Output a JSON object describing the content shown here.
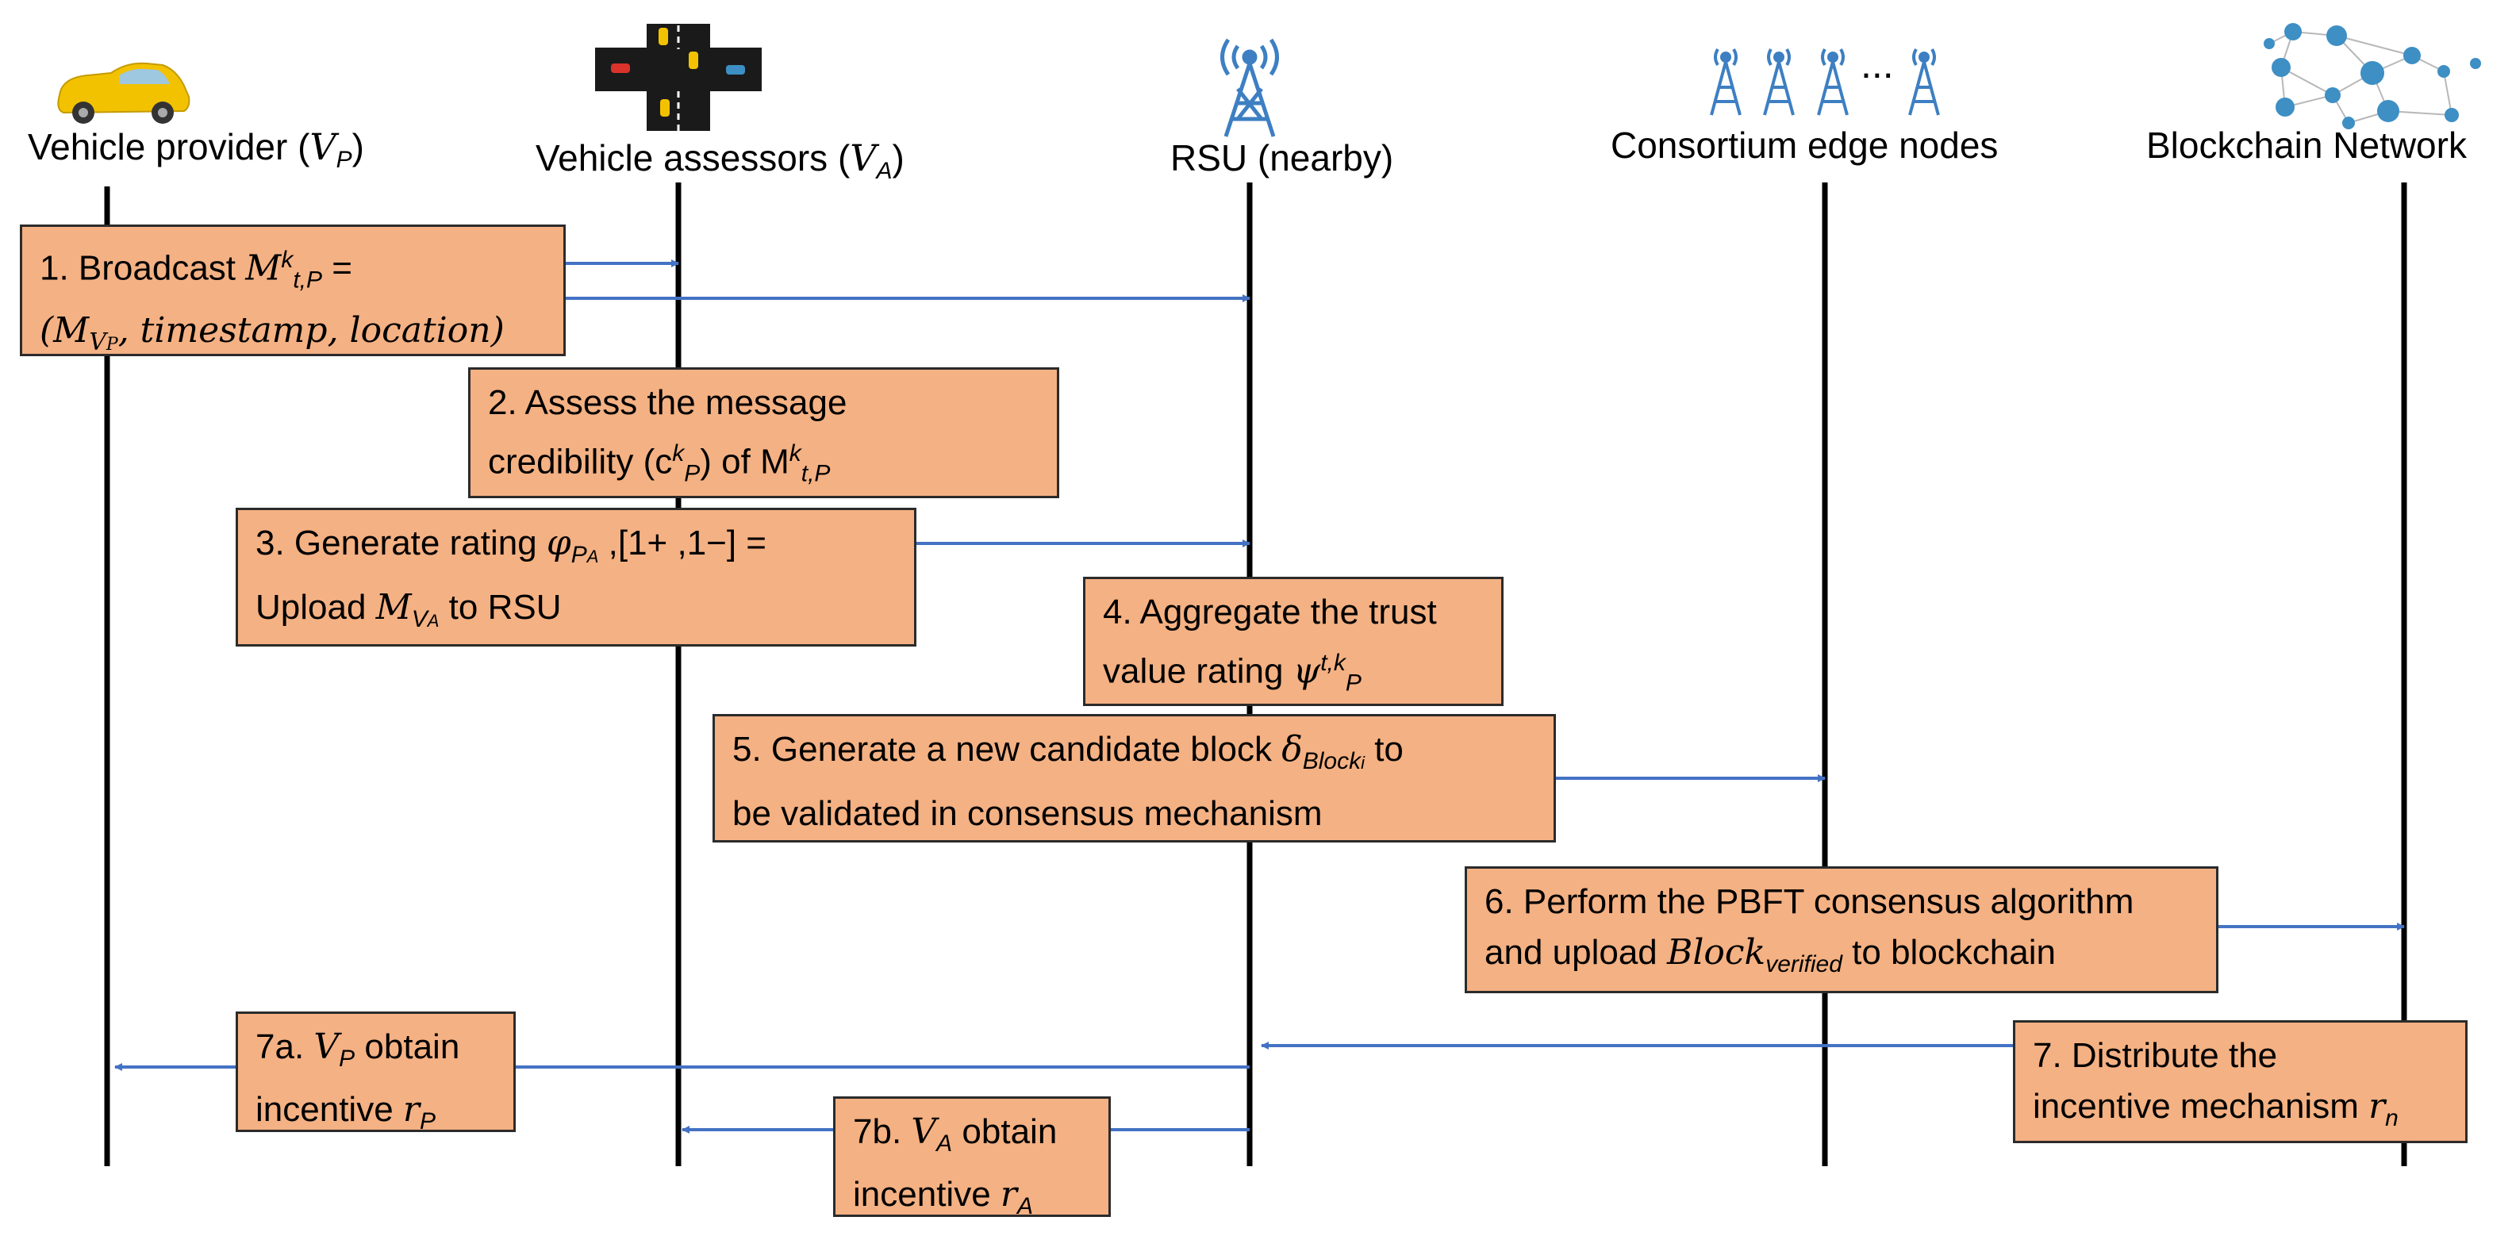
{
  "actors": {
    "provider": {
      "label": "Vehicle provider (",
      "sym": "V",
      "sub": "P",
      "close": ")"
    },
    "assessors": {
      "label": "Vehicle assessors (",
      "sym": "V",
      "sub": "A",
      "close": ")"
    },
    "rsu": {
      "label": "RSU (nearby)"
    },
    "edge": {
      "label": "Consortium edge nodes",
      "ellipsis": "..."
    },
    "blockchain": {
      "label": "Blockchain Network"
    }
  },
  "steps": {
    "s1": {
      "line1": "1. Broadcast  ",
      "m": "M",
      "msup": "k",
      "msub": "t,P",
      "eq": " =",
      "line2a": "(M",
      "line2sub": "V",
      "line2subsub": "P",
      "line2b": ", timestamp, location)"
    },
    "s2": {
      "line1": "2. Assess the message",
      "line2a": "credibility (c",
      "line2sup": "k",
      "line2sub": "P",
      "line2b": ") of  M",
      "line2msup": "k",
      "line2msub": "t,P"
    },
    "s3": {
      "line1a": "3. Generate rating ",
      "phi": "φ",
      "phisub": "P",
      "phisubsub": "A",
      "line1b": " ,[1+ ,1−] =",
      "line2a": "Upload ",
      "line2m": "M",
      "line2sub": "V",
      "line2subsub": "A",
      "line2b": " to RSU"
    },
    "s4": {
      "line1": "4. Aggregate the trust",
      "line2a": "value rating ",
      "psi": "ψ",
      "psisup": "t,k",
      "psisub": "P"
    },
    "s5": {
      "line1a": "5. Generate a new candidate block ",
      "delta": "δ",
      "deltasub": "Block",
      "deltasubsub": "i",
      "line1b": " to",
      "line2": "be validated in consensus mechanism"
    },
    "s6": {
      "line1": "6. Perform the PBFT consensus algorithm",
      "line2a": "and upload ",
      "block": "Block",
      "blocksub": "verified",
      "line2b": " to blockchain"
    },
    "s7": {
      "line1": "7. Distribute the",
      "line2a": "incentive mechanism ",
      "r": "r",
      "rsub": "n"
    },
    "s7a": {
      "line1a": "7a. ",
      "v": "V",
      "vsub": "P",
      "line1b": " obtain",
      "line2a": "incentive ",
      "r": "r",
      "rsub": "P"
    },
    "s7b": {
      "line1a": "7b. ",
      "v": "V",
      "vsub": "A",
      "line1b": " obtain",
      "line2a": "incentive ",
      "r": "r",
      "rsub": "A"
    }
  },
  "colors": {
    "box_fill": "#f4b183",
    "box_border": "#2b2b2b",
    "arrow": "#4472c4",
    "lifeline": "#000000",
    "car": "#f2c200",
    "network": "#3d8fc4"
  }
}
